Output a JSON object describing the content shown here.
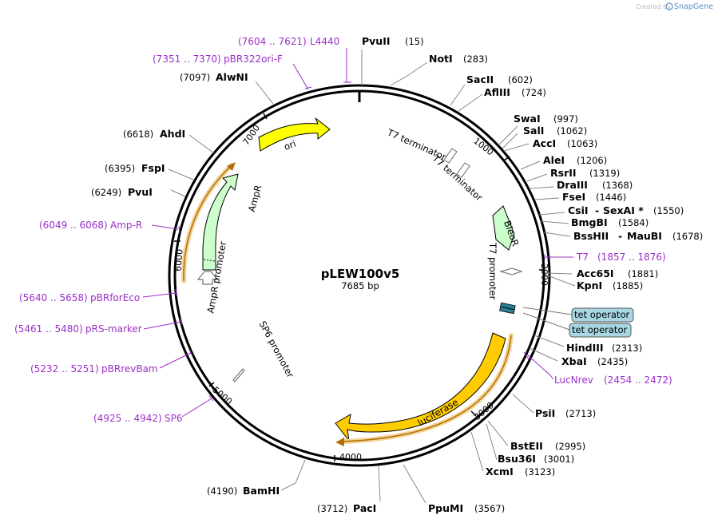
{
  "plasmid": {
    "name": "pLEW100v5",
    "length_label": "7685 bp",
    "total_bp": 7685
  },
  "credit": {
    "created_by": "Created by",
    "brand": "SnapGene"
  },
  "ticks": [
    "1000",
    "2000",
    "3000",
    "4000",
    "5000",
    "6000",
    "7000"
  ],
  "enzymes": [
    {
      "name": "PvuII",
      "pos": "(15)"
    },
    {
      "name": "NotI",
      "pos": "(283)"
    },
    {
      "name": "SacII",
      "pos": "(602)"
    },
    {
      "name": "AflIII",
      "pos": "(724)"
    },
    {
      "name": "SwaI",
      "pos": "(997)"
    },
    {
      "name": "SalI",
      "pos": "(1062)"
    },
    {
      "name": "AccI",
      "pos": "(1063)"
    },
    {
      "name": "AleI",
      "pos": "(1206)"
    },
    {
      "name": "RsrII",
      "pos": "(1319)"
    },
    {
      "name": "DraIII",
      "pos": "(1368)"
    },
    {
      "name": "FseI",
      "pos": "(1446)"
    },
    {
      "name": "CsiI",
      "sep": "-",
      "name2": "SexAI *",
      "pos": "(1550)"
    },
    {
      "name": "BmgBI",
      "pos": "(1584)"
    },
    {
      "name": "BssHII",
      "sep": "-",
      "name2": "MauBI",
      "pos": "(1678)"
    },
    {
      "name": "Acc65I",
      "pos": "(1881)"
    },
    {
      "name": "KpnI",
      "pos": "(1885)"
    },
    {
      "name": "HindIII",
      "pos": "(2313)"
    },
    {
      "name": "XbaI",
      "pos": "(2435)"
    },
    {
      "name": "PsiI",
      "pos": "(2713)"
    },
    {
      "name": "BstEII",
      "pos": "(2995)"
    },
    {
      "name": "Bsu36I",
      "pos": "(3001)"
    },
    {
      "name": "XcmI",
      "pos": "(3123)"
    },
    {
      "name": "PpuMI",
      "pos": "(3567)"
    },
    {
      "name": "PacI",
      "pos": "(3712)"
    },
    {
      "name": "BamHI",
      "pos": "(4190)"
    },
    {
      "name": "PvuI",
      "pos": "(6249)"
    },
    {
      "name": "FspI",
      "pos": "(6395)"
    },
    {
      "name": "AhdI",
      "pos": "(6618)"
    },
    {
      "name": "AlwNI",
      "pos": "(7097)"
    }
  ],
  "primers": [
    {
      "name": "L4440",
      "range": "(7604 .. 7621)"
    },
    {
      "name": "pBR322ori-F",
      "range": "(7351 .. 7370)"
    },
    {
      "name": "T7",
      "range": "(1857 .. 1876)"
    },
    {
      "name": "LucNrev",
      "range": "(2454 .. 2472)"
    },
    {
      "name": "Amp-R",
      "range": "(6049 .. 6068)"
    },
    {
      "name": "pBRforEco",
      "range": "(5640 .. 5658)"
    },
    {
      "name": "pRS-marker",
      "range": "(5461 .. 5480)"
    },
    {
      "name": "pBRrevBam",
      "range": "(5232 .. 5251)"
    },
    {
      "name": "SP6",
      "range": "(4925 .. 4942)"
    }
  ],
  "features": {
    "ori": "ori",
    "ampr": "AmpR",
    "ampr_promoter": "AmpR promoter",
    "sp6_promoter": "SP6 promoter",
    "t7_terminator_1": "T7 terminator",
    "t7_terminator_2": "T7 terminator",
    "bleor": "BleoR",
    "t7_promoter": "T7 promoter",
    "luciferase": "luciferase",
    "tet_operator_1": "tet operator",
    "tet_operator_2": "tet operator"
  },
  "colors": {
    "ori": "#ffff00",
    "ampr": "#ccffcc",
    "bleor": "#ccffcc",
    "luciferase": "#ffcc00",
    "operator": "#a6d7e3",
    "primer": "#9b2fc9",
    "orf_glow": "#f5d49a"
  }
}
